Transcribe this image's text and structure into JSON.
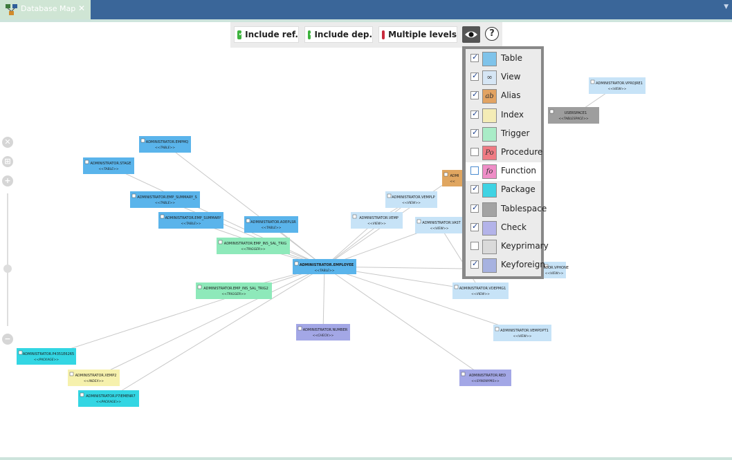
{
  "tab": {
    "title": "Database Map"
  },
  "toolbar": {
    "include_ref": "Include ref.",
    "include_dep": "Include dep.",
    "multiple_levels": "Multiple levels",
    "help": "?"
  },
  "object_types": [
    {
      "label": "Table",
      "checked": true,
      "icon_color": "#7fc3ea",
      "glyph": ""
    },
    {
      "label": "View",
      "checked": true,
      "icon_color": "#d6e6f5",
      "glyph": "∞"
    },
    {
      "label": "Alias",
      "checked": true,
      "icon_color": "#e2a363",
      "glyph": "ab"
    },
    {
      "label": "Index",
      "checked": true,
      "icon_color": "#f4ecb6",
      "glyph": ""
    },
    {
      "label": "Trigger",
      "checked": true,
      "icon_color": "#a9ecc7",
      "glyph": ""
    },
    {
      "label": "Procedure",
      "checked": false,
      "icon_color": "#ef7b83",
      "glyph": "Po"
    },
    {
      "label": "Function",
      "checked": false,
      "icon_color": "#ef8ec7",
      "glyph": "fo"
    },
    {
      "label": "Package",
      "checked": true,
      "icon_color": "#3fd3e3",
      "glyph": ""
    },
    {
      "label": "Tablespace",
      "checked": true,
      "icon_color": "#a3a3a3",
      "glyph": ""
    },
    {
      "label": "Check",
      "checked": true,
      "icon_color": "#b3b3e9",
      "glyph": ""
    },
    {
      "label": "Keyprimary",
      "checked": false,
      "icon_color": "#dadada",
      "glyph": ""
    },
    {
      "label": "Keyforeign",
      "checked": true,
      "icon_color": "#a7b2e0",
      "glyph": ""
    }
  ],
  "highlighted_type": "Function",
  "map_nodes": [
    {
      "id": "employee",
      "name": "ADMINISTRATOR.EMPLOYEE",
      "stereotype": "<<TABLE>>",
      "color": "#5ab4eb"
    },
    {
      "id": "empmq",
      "name": "ADMINISTRATOR.EMPMQ",
      "stereotype": "<<TABLE>>",
      "color": "#5ab4eb"
    },
    {
      "id": "stage",
      "name": "ADMINISTRATOR.STAGE",
      "stereotype": "<<TABLE>>",
      "color": "#5ab4eb"
    },
    {
      "id": "emp_summary_s",
      "name": "ADMINISTRATOR.EMP_SUMMARY_S",
      "stereotype": "<<TABLE>>",
      "color": "#5ab4eb"
    },
    {
      "id": "emp_summary",
      "name": "ADMINISTRATOR.EMP_SUMMARY",
      "stereotype": "<<TABLE>>",
      "color": "#5ab4eb"
    },
    {
      "id": "adeplsr",
      "name": "ADMINISTRATOR.ADEPLSR",
      "stereotype": "<<TABLE>>",
      "color": "#5ab4eb"
    },
    {
      "id": "trig1",
      "name": "ADMINISTRATOR.EMP_INS_SAL_TRIG",
      "stereotype": "<<TRIGGER>>",
      "color": "#8ee9ba"
    },
    {
      "id": "trig2",
      "name": "ADMINISTRATOR.EMP_INS_SAL_TRIG2",
      "stereotype": "<<TRIGGER>>",
      "color": "#8ee9ba"
    },
    {
      "id": "vemp",
      "name": "ADMINISTRATOR.VEMP",
      "stereotype": "<<VIEW>>",
      "color": "#c7e3f7"
    },
    {
      "id": "vemplp",
      "name": "ADMINISTRATOR.VEMPLP",
      "stereotype": "<<VIEW>>",
      "color": "#c7e3f7"
    },
    {
      "id": "vast",
      "name": "ADMINISTRATOR.VAST",
      "stereotype": "<<VIEW>>",
      "color": "#c7e3f7"
    },
    {
      "id": "alias1",
      "name": "ADMI",
      "stereotype": "<<",
      "color": "#e0a660"
    },
    {
      "id": "vproj",
      "name": "ADMINISTRATOR.VPROJRE1",
      "stereotype": "<<VIEW>>",
      "color": "#c7e3f7"
    },
    {
      "id": "userspace",
      "name": "USERSPACE1",
      "stereotype": "<<TABLESPACE>>",
      "color": "#9e9e9e"
    },
    {
      "id": "vphone",
      "name": "ATOR.VPHONE",
      "stereotype": "<<VIEW>>",
      "color": "#c7e3f7"
    },
    {
      "id": "vdepmg",
      "name": "ADMINISTRATOR.VDEPMG1",
      "stereotype": "<<VIEW>>",
      "color": "#c7e3f7"
    },
    {
      "id": "vempdpt",
      "name": "ADMINISTRATOR.VEMPDPT1",
      "stereotype": "<<VIEW>>",
      "color": "#c7e3f7"
    },
    {
      "id": "number",
      "name": "ADMINISTRATOR.NUMBER",
      "stereotype": "<<CHECK>>",
      "color": "#a3a7e6"
    },
    {
      "id": "red",
      "name": "ADMINISTRATOR.RED",
      "stereotype": "<<SYNONYMS>>",
      "color": "#a3a7e6"
    },
    {
      "id": "pkg1",
      "name": "ADMINISTRATOR.P4351E6265",
      "stereotype": "<<PACKAGE>>",
      "color": "#33d6e3"
    },
    {
      "id": "xemp2",
      "name": "ADMINISTRATOR.XEMP2",
      "stereotype": "<<INDEX>>",
      "color": "#f6f1ad"
    },
    {
      "id": "pkg2",
      "name": "ADMINISTRATOR.P7IEMENR7",
      "stereotype": "<<PACKAGE>>",
      "color": "#33d6e3"
    }
  ]
}
